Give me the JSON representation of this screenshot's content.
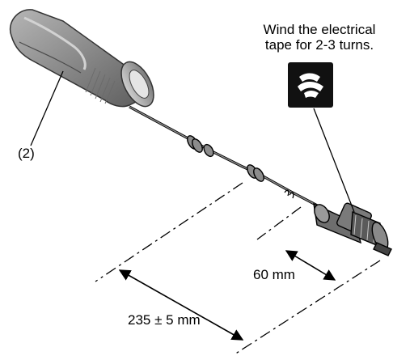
{
  "labels": {
    "note_line1": "Wind the electrical",
    "note_line2": "tape for 2-3 turns.",
    "callout": "(2)",
    "dimension_long": "235 ± 5 mm",
    "dimension_short": "60 mm"
  },
  "icons": {
    "tape_icon": "electrical-tape-wrap-icon"
  },
  "colors": {
    "line": "#000000",
    "grip_light": "#9a9a9a",
    "grip_dark": "#5a5a5a",
    "icon_bg": "#111111"
  }
}
